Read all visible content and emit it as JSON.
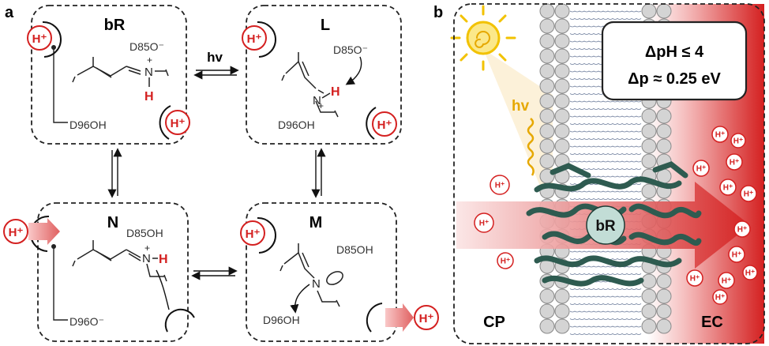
{
  "panel_a": {
    "letter": "a",
    "states": {
      "bR": {
        "title": "bR",
        "d85": "D85O⁻",
        "d96": "D96OH",
        "h": "H",
        "plus": "+"
      },
      "L": {
        "title": "L",
        "d85": "D85O⁻",
        "d96": "D96OH",
        "h": "H",
        "plus": "+"
      },
      "N": {
        "title": "N",
        "d85": "D85OH",
        "d96": "D96O⁻",
        "h": "H",
        "plus": "+"
      },
      "M": {
        "title": "M",
        "d85": "D85OH",
        "d96": "D96OH"
      }
    },
    "hv": "hv",
    "proton": "H⁺"
  },
  "panel_b": {
    "letter": "b",
    "delta_ph": "ΔpH ≤ 4",
    "delta_p": "Δp ≈ 0.25 eV",
    "hv": "hv",
    "protein": "bR",
    "cp": "CP",
    "ec": "EC",
    "proton": "H⁺"
  },
  "colors": {
    "red": "#d42020",
    "protein": "#2e5b50",
    "sun": "#f2c200"
  }
}
